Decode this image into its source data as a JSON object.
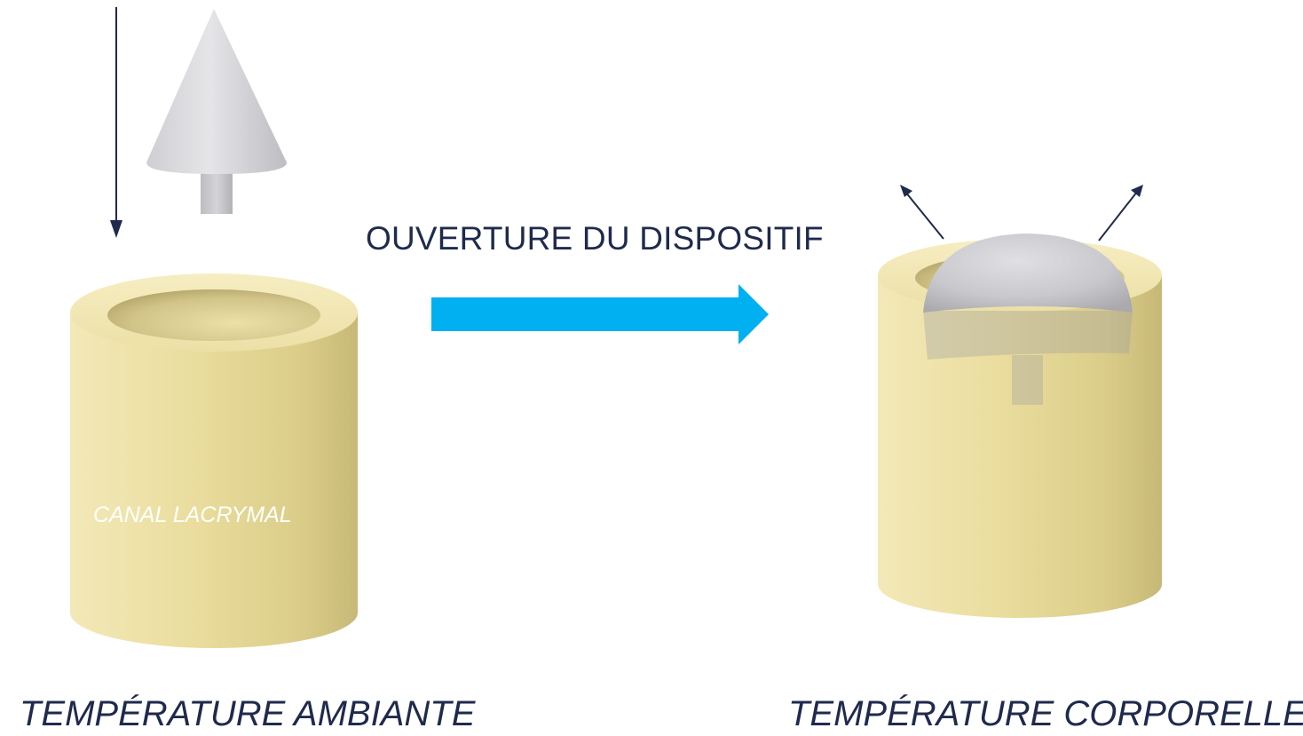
{
  "labels": {
    "opening": "OUVERTURE DU DISPOSITIF",
    "canal": "CANAL LACRYMAL",
    "ambient_temperature": "TEMPÉRATURE AMBIANTE",
    "body_temperature": "TEMPÉRATURE CORPORELLE"
  },
  "colors": {
    "cylinder": "#ebdfa2",
    "cylinder_dark": "#d1c281",
    "device": "#c9c9cd",
    "transition_arrow": "#00b0f0",
    "motion_arrows": "#1f2a4d",
    "text": "#1f2a4d"
  }
}
